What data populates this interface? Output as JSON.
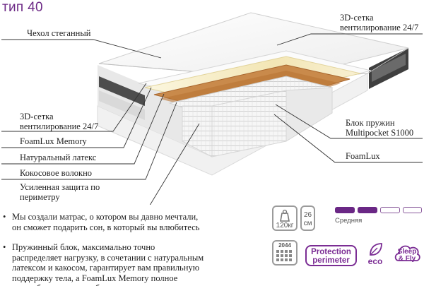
{
  "title": "тип 40",
  "labels": {
    "cover": "Чехол стеганный",
    "mesh_right_1": "3D-сетка",
    "mesh_right_2": "вентилирование 24/7",
    "mesh_left_1": "3D-сетка",
    "mesh_left_2": "вентилирование 24/7",
    "foamlux_memory": "FoamLux Memory",
    "latex": "Натуральный латекс",
    "coconut": "Кокосовое волокно",
    "perimeter_1": "Усиленная защита по",
    "perimeter_2": "периметру",
    "springs_1": "Блок пружин",
    "springs_2": "Multipocket S1000",
    "foamlux": "FoamLux"
  },
  "paragraphs": [
    {
      "bullet": "•",
      "text": "Мы создали матрас, о котором вы давно мечтали,\nон сможет подарить сон, в который вы влюбитесь"
    },
    {
      "bullet": "•",
      "text": "Пружинный блок, максимально точно\nраспределяет нагрузку, в сочетании с натуральным\nлатексом и какосом, гарантирует вам правильную\nподдержку тела, а FoamLux Memory полное\nрасслабление и волшебные сны"
    }
  ],
  "badges": {
    "weight": "120кг",
    "height_value": "26",
    "height_unit": "см",
    "firmness_label": "Средняя",
    "firmness_level": 2,
    "firmness_max": 4,
    "springs_count": "2044",
    "protection_line1": "Protection",
    "protection_line2": "perimeter",
    "eco": "eco",
    "sleep_line1": "Sleep",
    "sleep_line2": "& Fly"
  },
  "colors": {
    "brand": "#6d2a86",
    "latex": "#f5ecc6",
    "coconut": "#c98a4b",
    "mesh": "#5a5a5a"
  }
}
